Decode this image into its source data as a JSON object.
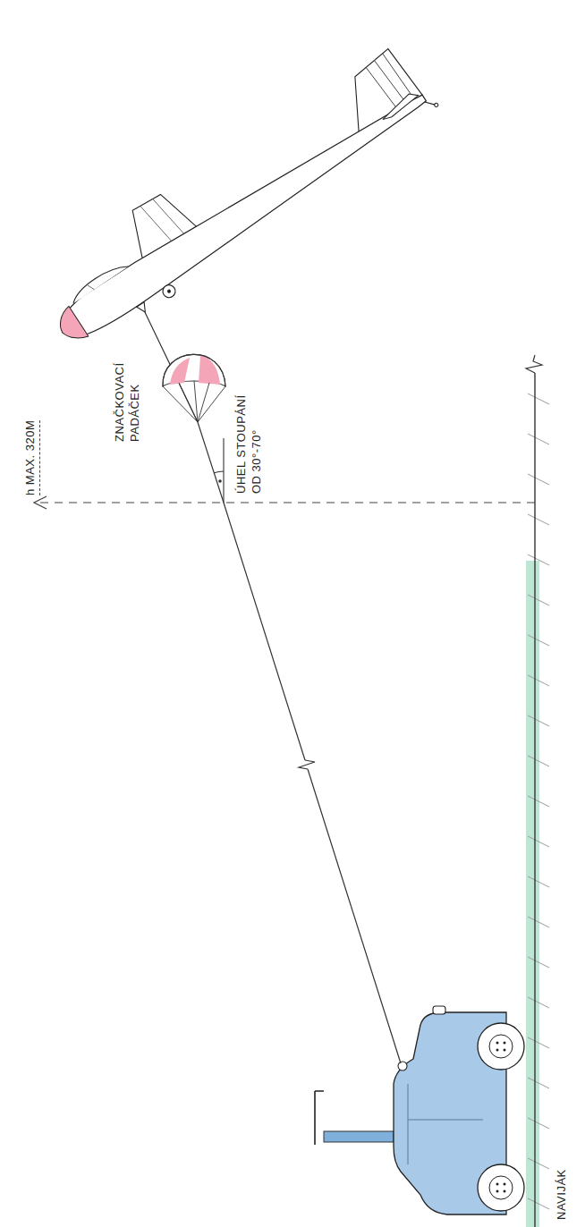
{
  "diagram": {
    "labels": [
      "h MAX. 320M",
      "ZNAČKOVACÍ PADÁČEK",
      "ÚHEL STOUPÁNÍ OD 30°-70°",
      "NAVIJÁK"
    ]
  }
}
